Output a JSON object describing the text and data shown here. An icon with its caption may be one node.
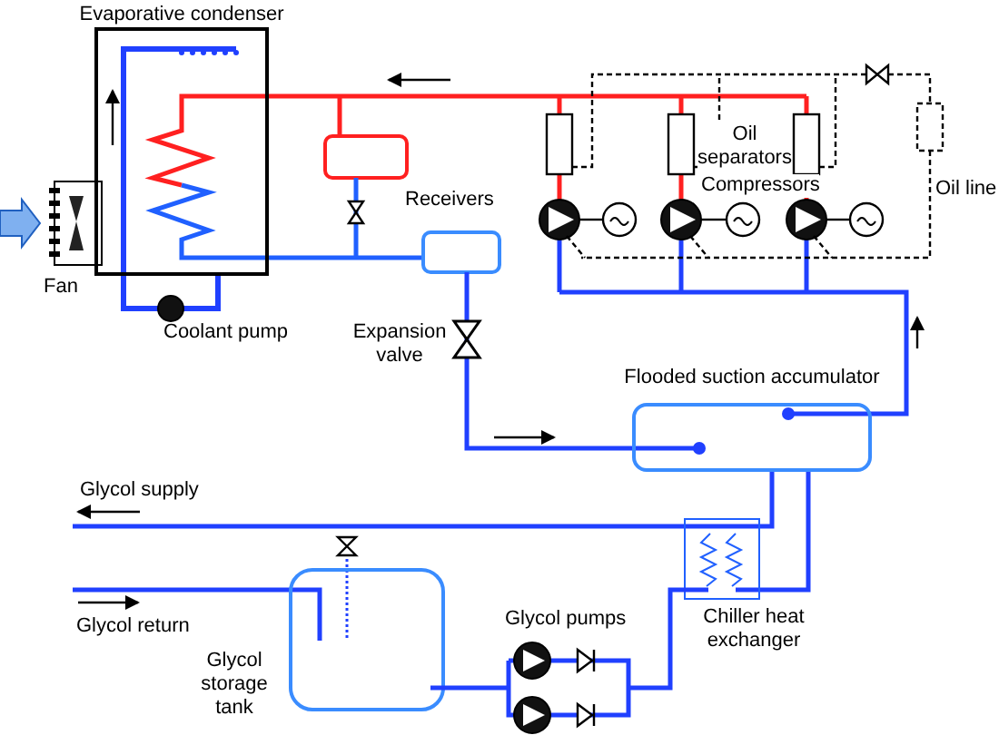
{
  "diagram": {
    "nodes": [
      {
        "text": [
          "Evaporative condenser"
        ]
      },
      {
        "text": [
          "Flooded suction accumulator"
        ]
      }
    ],
    "edges": [],
    "labels": [
      "Oil separators",
      "Compressors",
      "Oil line",
      "Receivers",
      "Fan",
      "Coolant pump",
      "Expansion valve",
      "Glycol supply",
      "Glycol return",
      "Glycol pumps",
      "Chiller heat exchanger",
      "Glycol storage tank"
    ]
  }
}
